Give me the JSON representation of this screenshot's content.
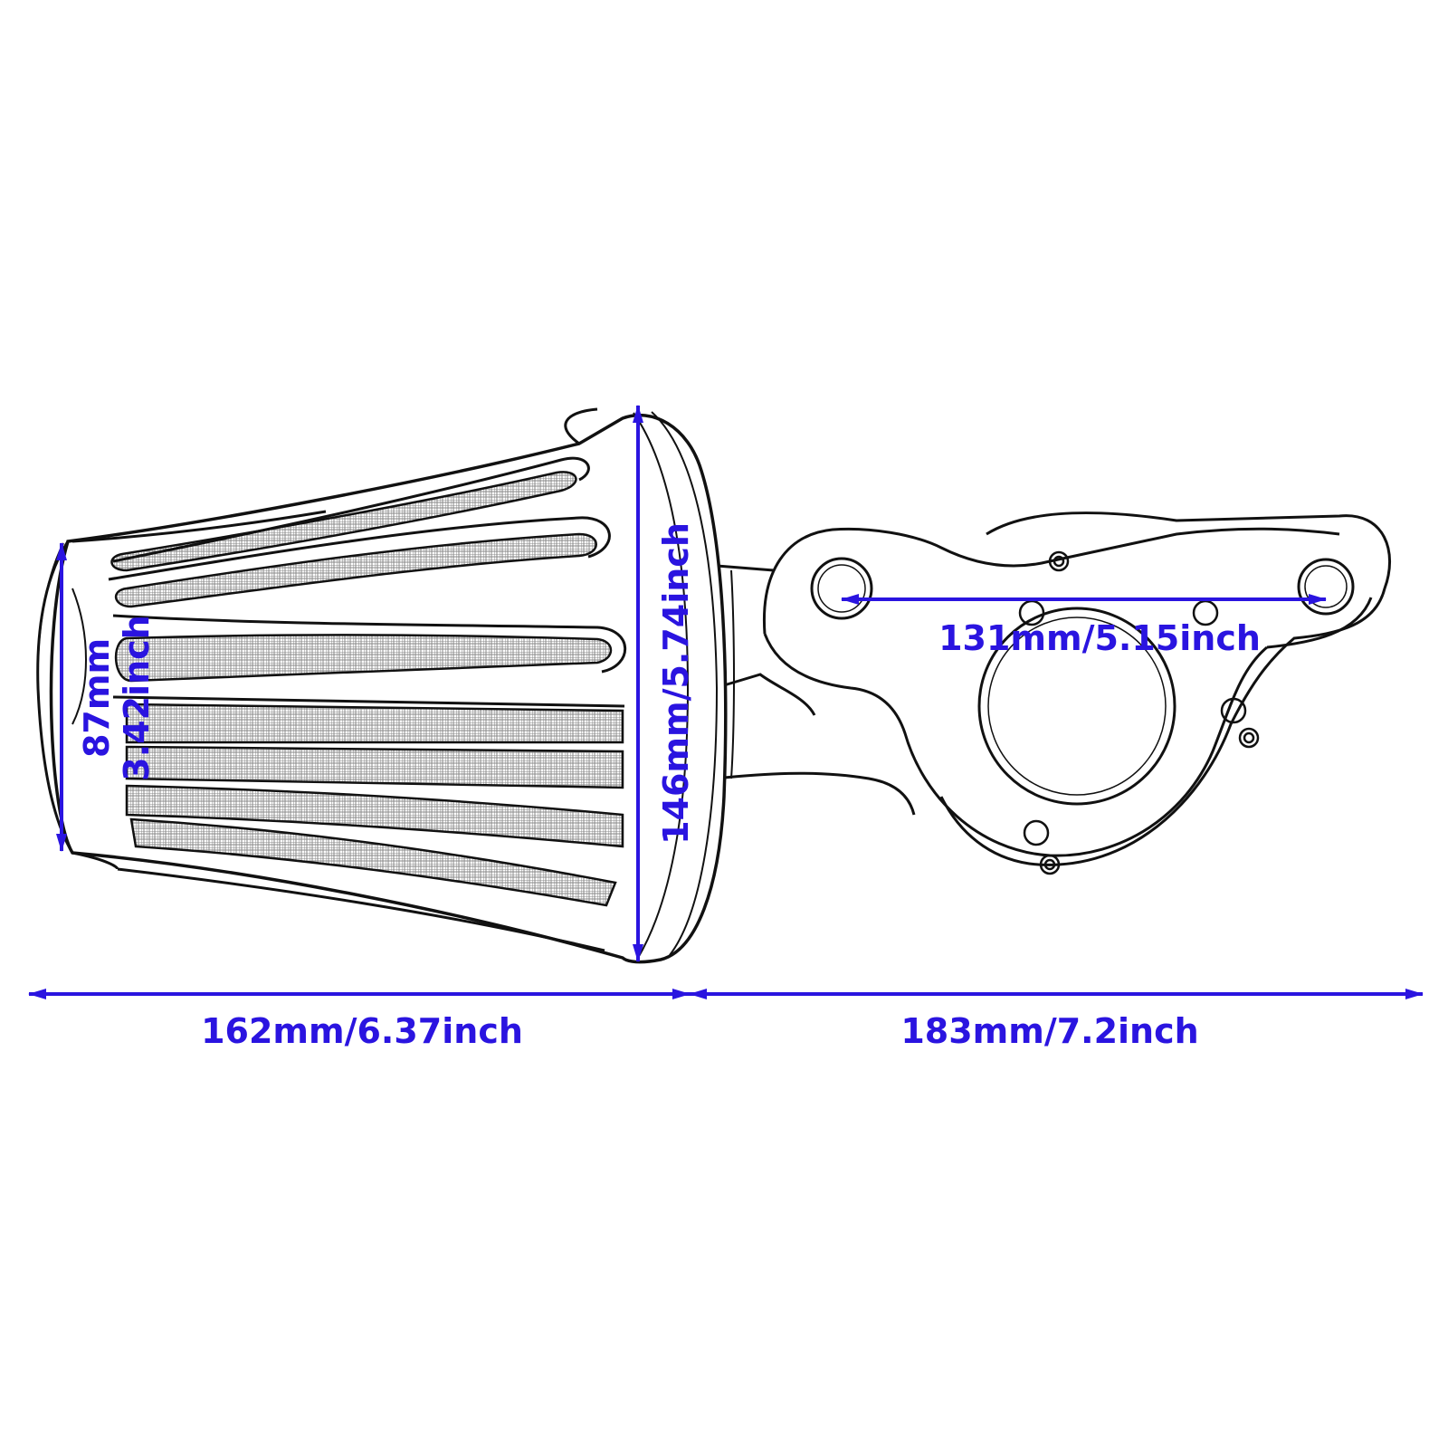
{
  "colors": {
    "dimension": "#2a14e0",
    "outline": "#111111",
    "mesh": "#8a8a8a",
    "background": "#ffffff"
  },
  "dimensions": {
    "small_end_mm": "87mm",
    "small_end_inch": "3.42inch",
    "large_end": "146mm/5.74inch",
    "hole_spacing": "131mm/5.15inch",
    "filter_length": "162mm/6.37inch",
    "bracket_length": "183mm/7.2inch"
  }
}
